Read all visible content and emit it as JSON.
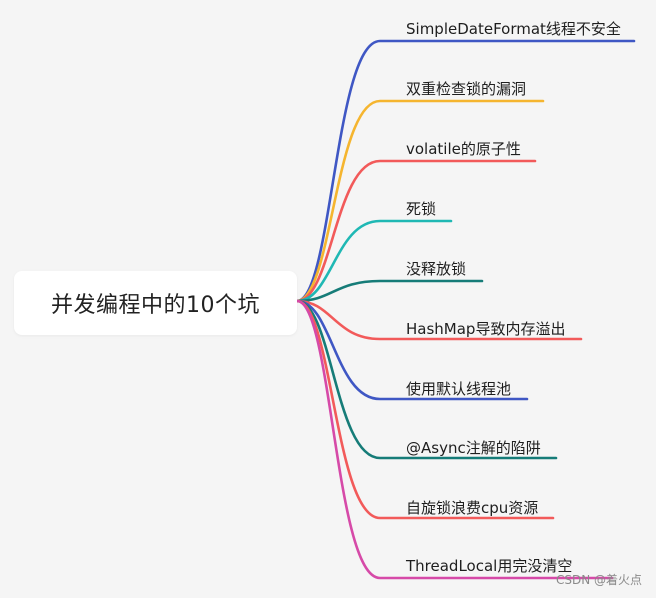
{
  "root": {
    "label": "并发编程中的10个坑"
  },
  "branches": [
    {
      "label": "SimpleDateFormat线程不安全",
      "color": "#3f57c4"
    },
    {
      "label": "双重检查锁的漏洞",
      "color": "#f5b52f"
    },
    {
      "label": "volatile的原子性",
      "color": "#f25a5a"
    },
    {
      "label": "死锁",
      "color": "#1fb8b4"
    },
    {
      "label": "没释放锁",
      "color": "#167c78"
    },
    {
      "label": "HashMap导致内存溢出",
      "color": "#f25a5a"
    },
    {
      "label": "使用默认线程池",
      "color": "#3f57c4"
    },
    {
      "label": "@Async注解的陷阱",
      "color": "#167c78"
    },
    {
      "label": "自旋锁浪费cpu资源",
      "color": "#f25a5a"
    },
    {
      "label": "ThreadLocal用完没清空",
      "color": "#d64aa8"
    }
  ],
  "watermark": "CSDN @着火点"
}
